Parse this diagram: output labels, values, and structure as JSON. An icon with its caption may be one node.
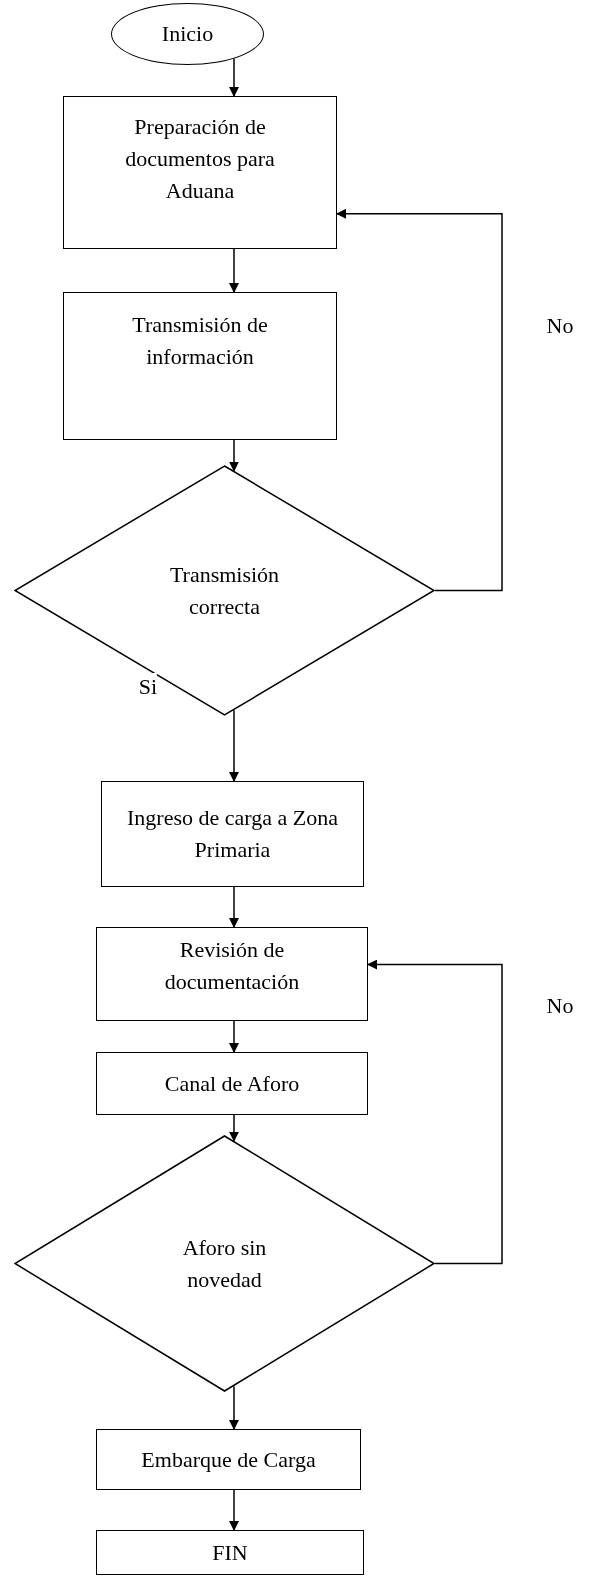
{
  "diagram": {
    "nodes": [
      {
        "text": [
          "Inicio"
        ]
      },
      {
        "text": [
          "Preparación de documentos para Aduana"
        ]
      },
      {
        "text": [
          "Transmisión de información"
        ]
      },
      {
        "text": [
          "Transmisión correcta"
        ]
      },
      {
        "text": [
          "Ingreso de carga a Zona Primaria"
        ]
      },
      {
        "text": [
          "Revisión de documentación"
        ]
      },
      {
        "text": [
          "Canal de Aforo"
        ]
      },
      {
        "text": [
          "Aforo sin novedad"
        ]
      },
      {
        "text": [
          "Embarque de Carga"
        ]
      },
      {
        "text": [
          "FIN"
        ]
      }
    ],
    "edges": [
      {
        "from": 0,
        "to": 1,
        "arrow": "to"
      },
      {
        "from": 1,
        "to": 2,
        "arrow": "to"
      },
      {
        "from": 2,
        "to": 3,
        "arrow": "to"
      },
      {
        "from": 3,
        "to": 1,
        "arrow": "to",
        "label": "No"
      },
      {
        "from": 3,
        "to": 4,
        "arrow": "to",
        "label": "Si"
      },
      {
        "from": 4,
        "to": 5,
        "arrow": "to"
      },
      {
        "from": 5,
        "to": 6,
        "arrow": "to"
      },
      {
        "from": 6,
        "to": 7,
        "arrow": "to"
      },
      {
        "from": 7,
        "to": 5,
        "arrow": "to",
        "label": "No"
      },
      {
        "from": 7,
        "to": 8,
        "arrow": "to"
      },
      {
        "from": 8,
        "to": 9,
        "arrow": "to"
      }
    ]
  }
}
